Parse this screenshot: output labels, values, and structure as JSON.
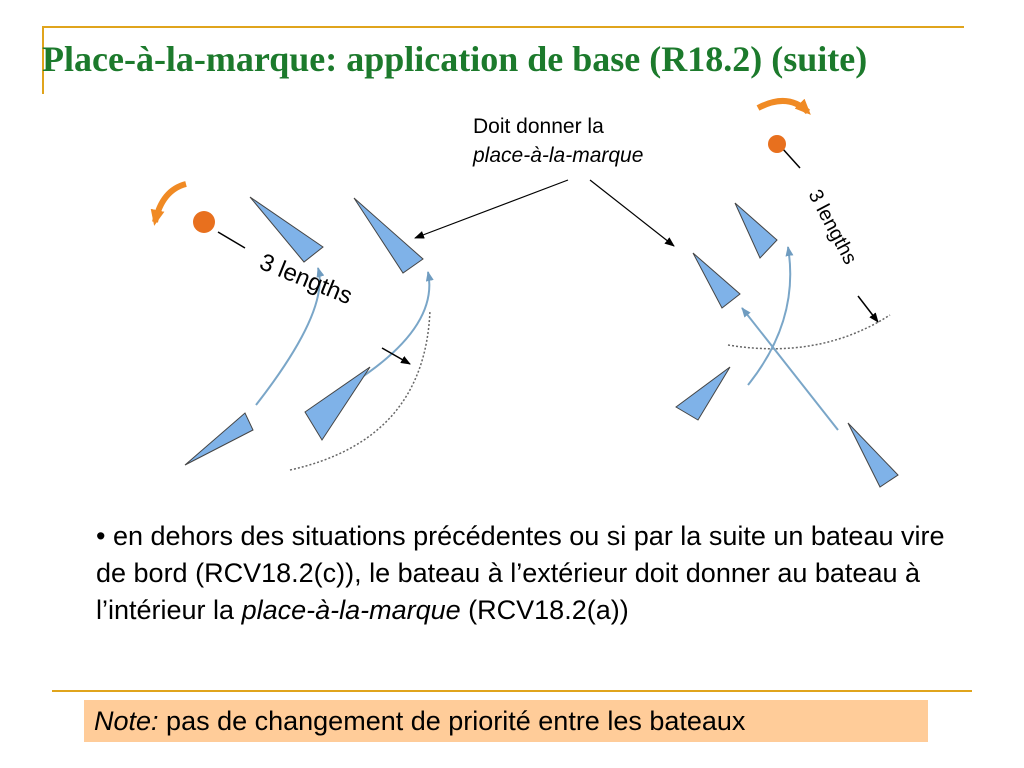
{
  "slide": {
    "title": "Place-à-la-marque: application de base (R18.2) (suite)",
    "callout_line1": "Doit donner la",
    "callout_line2": "place-à-la-marque",
    "distance_label_left": "3 lengths",
    "distance_label_right": "3 lengths",
    "bullet_start": "• en dehors des situations précédentes ou si par la suite un bateau vire de bord  (RCV18.2(c)), le bateau à l’extérieur doit donner au bateau à l’intérieur la ",
    "bullet_italic": "place-à-la-marque",
    "bullet_end": " (RCV18.2(a))",
    "note_label": "Note:",
    "note_text": " pas de changement de priorité entre les bateaux"
  },
  "colors": {
    "title": "#1c7a2c",
    "rule": "#e0a41c",
    "boat_fill": "#7fb2e8",
    "mark": "#e8701e",
    "rotation_arrow": "#f08a24",
    "track": "#7aa6c8",
    "note_bg": "#ffcc99"
  },
  "icons": [
    "mark-buoy-icon",
    "rotation-arrow-icon",
    "boat-icon"
  ]
}
